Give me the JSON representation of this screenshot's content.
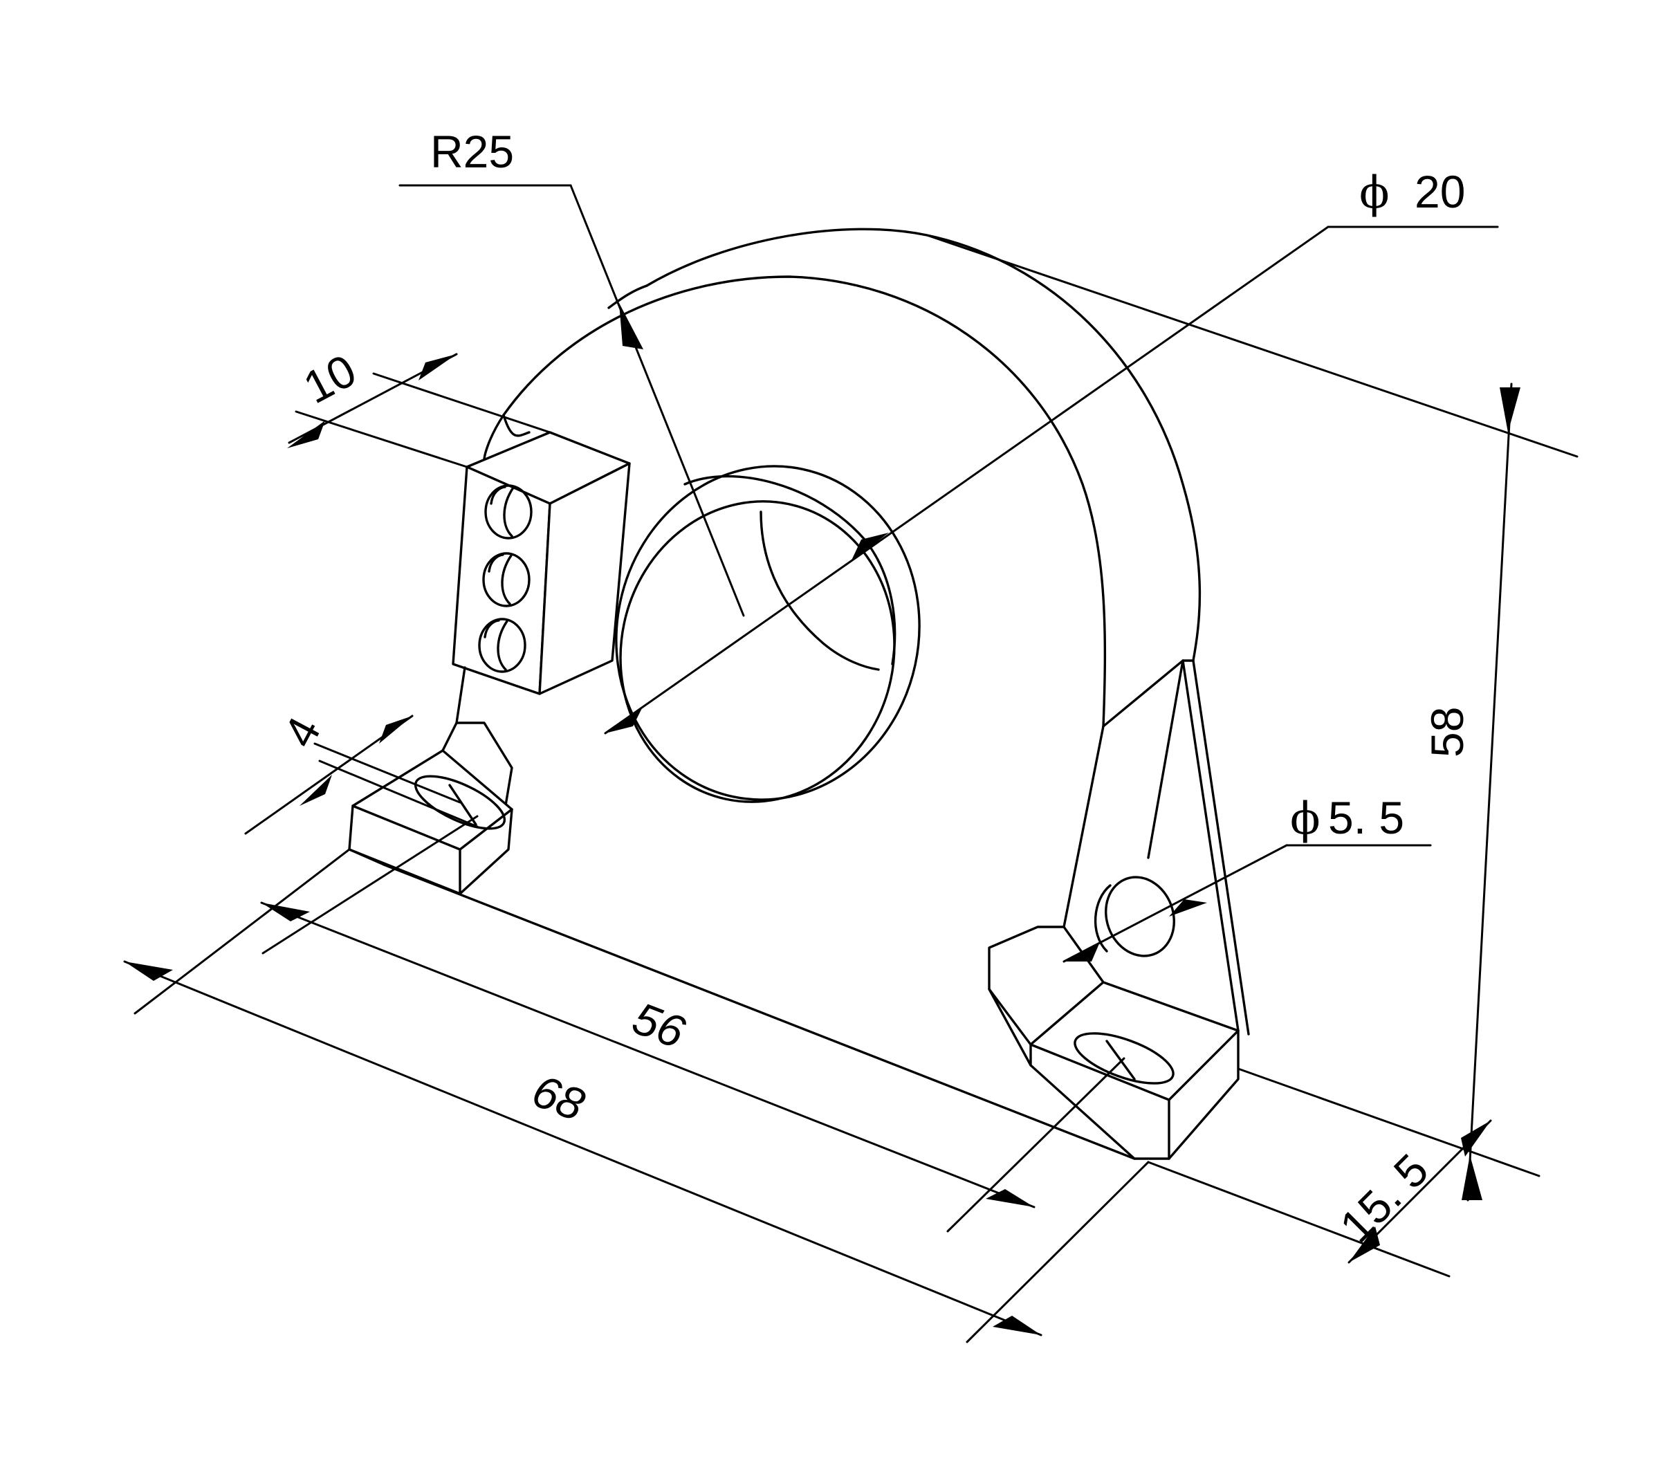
{
  "dimensions": {
    "radius": "R25",
    "inner_diameter_symbol": "ϕ",
    "inner_diameter_value": "20",
    "terminal_block_width": "10",
    "foot_thickness": "4",
    "hole_diameter_symbol": "ϕ",
    "hole_diameter_value": "5. 5",
    "height": "58",
    "mounting_hole_spacing": "56",
    "overall_length": "68",
    "depth": "15. 5"
  },
  "colors": {
    "line": "#000000",
    "background": "#ffffff"
  }
}
